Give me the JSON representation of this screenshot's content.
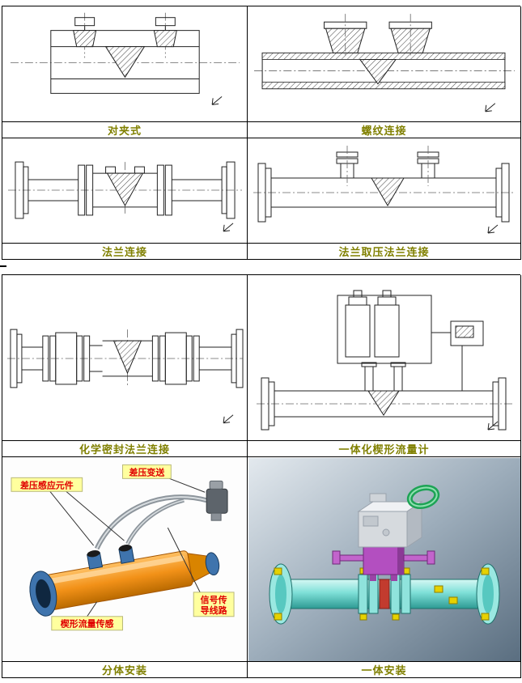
{
  "document": {
    "background": "#ffffff",
    "table_border_color": "#000000",
    "caption_color": "#808000"
  },
  "cells": [
    {
      "caption": "对夹式"
    },
    {
      "caption": "螺纹连接"
    },
    {
      "caption": "法兰连接"
    },
    {
      "caption": "法兰取压法兰连接"
    },
    {
      "caption": "化学密封法兰连接"
    },
    {
      "caption": "一体化楔形流量计"
    },
    {
      "caption": "分体安装"
    },
    {
      "caption": "一体安装"
    }
  ],
  "split_install_labels": {
    "dp_sensing_element": "差压感应元件",
    "dp_transmitter": "差压变送",
    "wedge_flow_sensor": "楔形流量传感",
    "signal_line_line1": "信号传",
    "signal_line_line2": "导线路"
  },
  "illustration_colors": {
    "pipe_orange": "#f29118",
    "flange_blue": "#3f74ad",
    "label_bg": "#ffff9e",
    "label_text": "#e00000",
    "render_pipe_cyan": "#7fe0d8",
    "render_manifold_magenta": "#b34fc0",
    "render_ring_green": "#1da355",
    "render_bolt_yellow": "#e6d200",
    "render_center_red": "#c23b2e"
  }
}
